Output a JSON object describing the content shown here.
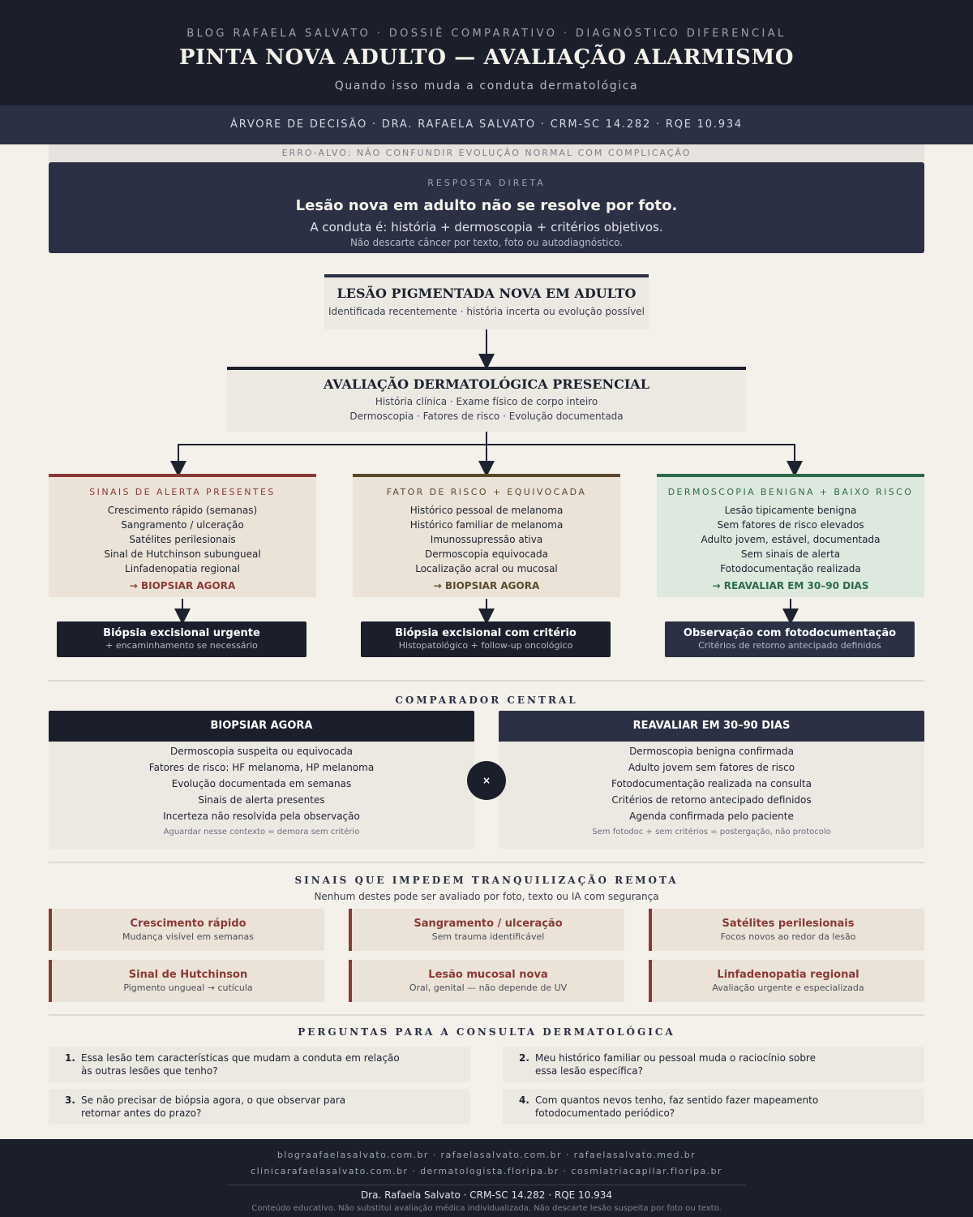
{
  "header": {
    "kicker": "BLOG RAFAELA SALVATO · DOSSIÊ COMPARATIVO · DIAGNÓSTICO DIFERENCIAL",
    "title": "PINTA NOVA ADULTO — AVALIAÇÃO ALARMISMO",
    "subtitle": "Quando isso muda a conduta dermatológica"
  },
  "band": "ÁRVORE DE DECISÃO · DRA. RAFAELA SALVATO · CRM-SC 14.282 · RQE 10.934",
  "erro": "ERRO-ALVO: NÃO CONFUNDIR EVOLUÇÃO NORMAL COM COMPLICAÇÃO",
  "resposta": {
    "kicker": "RESPOSTA DIRETA",
    "line1": "Lesão nova em adulto não se resolve por foto.",
    "line2": "A conduta é: história + dermoscopia + critérios objetivos.",
    "line3": "Não descarte câncer por texto, foto ou autodiagnóstico."
  },
  "node1": {
    "title": "LESÃO PIGMENTADA NOVA EM ADULTO",
    "line": "Identificada recentemente · história incerta ou evolução possível"
  },
  "node2": {
    "title": "AVALIAÇÃO DERMATOLÓGICA PRESENCIAL",
    "line1": "História clínica · Exame físico de corpo inteiro",
    "line2": "Dermoscopia · Fatores de risco · Evolução documentada"
  },
  "branches": [
    {
      "header": "SINAIS DE ALERTA PRESENTES",
      "color": "#8a3a36",
      "bg": "#ebe3d8",
      "items": [
        "Crescimento rápido (semanas)",
        "Sangramento / ulceração",
        "Satélites perilesionais",
        "Sinal de Hutchinson subungueal",
        "Linfadenopatia regional"
      ],
      "action": "→ BIOPSIAR AGORA",
      "out_title": "Biópsia excisional urgente",
      "out_sub": "+ encaminhamento se necessário",
      "out_bg": "#1b1f2b"
    },
    {
      "header": "FATOR DE RISCO + EQUIVOCADA",
      "color": "#5a4a2c",
      "bg": "#ebe3d8",
      "items": [
        "Histórico pessoal de melanoma",
        "Histórico familiar de melanoma",
        "Imunossupressão ativa",
        "Dermoscopia equivocada",
        "Localização acral ou mucosal"
      ],
      "action": "→ BIOPSIAR AGORA",
      "out_title": "Biópsia excisional com critério",
      "out_sub": "Histopatológico + follow-up oncológico",
      "out_bg": "#1b1f2b"
    },
    {
      "header": "DERMOSCOPIA BENIGNA + BAIXO RISCO",
      "color": "#2e6b48",
      "bg": "#dde8df",
      "items": [
        "Lesão tipicamente benigna",
        "Sem fatores de risco elevados",
        "Adulto jovem, estável, documentada",
        "Sem sinais de alerta",
        "Fotodocumentação realizada"
      ],
      "action": "→ REAVALIAR EM 30–90 DIAS",
      "out_title": "Observação com fotodocumentação",
      "out_sub": "Critérios de retorno antecipado definidos",
      "out_bg": "#2b3044"
    }
  ],
  "comparador": {
    "title": "COMPARADOR CENTRAL",
    "x": "×",
    "left": {
      "header": "BIOPSIAR AGORA",
      "items": [
        "Dermoscopia suspeita ou equivocada",
        "Fatores de risco: HF melanoma, HP melanoma",
        "Evolução documentada em semanas",
        "Sinais de alerta presentes",
        "Incerteza não resolvida pela observação"
      ],
      "note": "Aguardar nesse contexto = demora sem critério"
    },
    "right": {
      "header": "REAVALIAR EM 30–90 DIAS",
      "items": [
        "Dermoscopia benigna confirmada",
        "Adulto jovem sem fatores de risco",
        "Fotodocumentação realizada na consulta",
        "Critérios de retorno antecipado definidos",
        "Agenda confirmada pelo paciente"
      ],
      "note": "Sem fotodoc + sem critérios = postergação, não protocolo"
    }
  },
  "sinais": {
    "title": "SINAIS QUE IMPEDEM TRANQUILIZAÇÃO REMOTA",
    "subtitle": "Nenhum destes pode ser avaliado por foto, texto ou IA com segurança",
    "items": [
      {
        "title": "Crescimento rápido",
        "sub": "Mudança visível em semanas"
      },
      {
        "title": "Sangramento / ulceração",
        "sub": "Sem trauma identificável"
      },
      {
        "title": "Satélites perilesionais",
        "sub": "Focos novos ao redor da lesão"
      },
      {
        "title": "Sinal de Hutchinson",
        "sub": "Pigmento ungueal → cutícula"
      },
      {
        "title": "Lesão mucosal nova",
        "sub": "Oral, genital — não depende de UV"
      },
      {
        "title": "Linfadenopatia regional",
        "sub": "Avaliação urgente e especializada"
      }
    ]
  },
  "perguntas": {
    "title": "PERGUNTAS PARA A CONSULTA DERMATOLÓGICA",
    "items": [
      {
        "n": "1.",
        "l1": "Essa lesão tem características que mudam a conduta em relação",
        "l2": "às outras lesões que tenho?"
      },
      {
        "n": "2.",
        "l1": "Meu histórico familiar ou pessoal muda o raciocínio sobre",
        "l2": "essa lesão específica?"
      },
      {
        "n": "3.",
        "l1": "Se não precisar de biópsia agora, o que observar para",
        "l2": "retornar antes do prazo?"
      },
      {
        "n": "4.",
        "l1": "Com quantos nevos tenho, faz sentido fazer mapeamento",
        "l2": "fotodocumentado periódico?"
      }
    ]
  },
  "footer": {
    "links1": "blograafaelasalvato.com.br · rafaelasalvato.com.br · rafaelasalvato.med.br",
    "links2": "clinicarafaelasalvato.com.br · dermatologista.floripa.br · cosmiatriacapilar.floripa.br",
    "sign": "Dra. Rafaela Salvato · CRM-SC 14.282 · RQE 10.934",
    "disclaimer": "Conteúdo educativo. Não substitui avaliação médica individualizada. Não descarte lesão suspeita por foto ou texto."
  }
}
